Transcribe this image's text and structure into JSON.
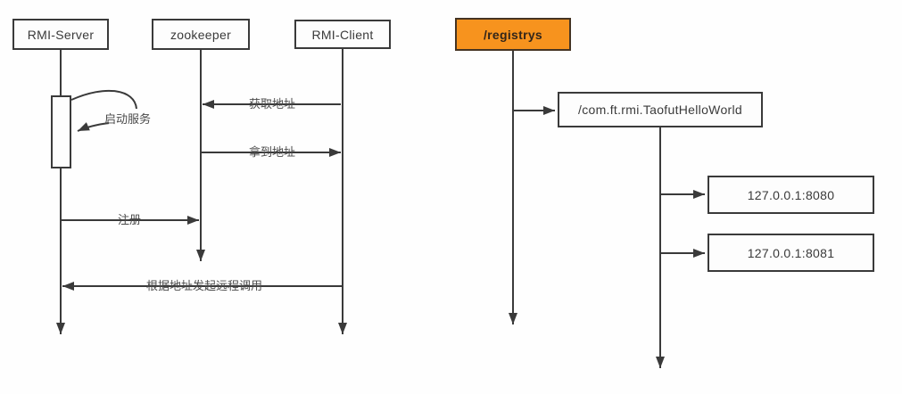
{
  "diagram": {
    "title_hint": "RMI service discovery via zookeeper",
    "colors": {
      "line": "#3a3a3a",
      "box_fill": "#fdfdfd",
      "root_fill": "#f7931e",
      "text": "#4a4a4a",
      "background": "#fefefe"
    },
    "sequence": {
      "actors": [
        {
          "label": "RMI-Server"
        },
        {
          "label": "zookeeper"
        },
        {
          "label": "RMI-Client"
        }
      ],
      "self_message": {
        "label": "启动服务",
        "target": "RMI-Server"
      },
      "messages": [
        {
          "label": "获取地址",
          "from": "RMI-Client",
          "to": "zookeeper"
        },
        {
          "label": "拿到地址",
          "from": "zookeeper",
          "to": "RMI-Client"
        },
        {
          "label": "注册",
          "from": "RMI-Server",
          "to": "zookeeper"
        },
        {
          "label": "根据地址发起远程调用",
          "from": "RMI-Client",
          "to": "RMI-Server"
        }
      ]
    },
    "tree": {
      "root": {
        "label": "/registrys"
      },
      "service_node": {
        "label": "/com.ft.rmi.TaofutHelloWorld"
      },
      "address_nodes": [
        {
          "label": "127.0.0.1:8080"
        },
        {
          "label": "127.0.0.1:8081"
        }
      ]
    }
  }
}
